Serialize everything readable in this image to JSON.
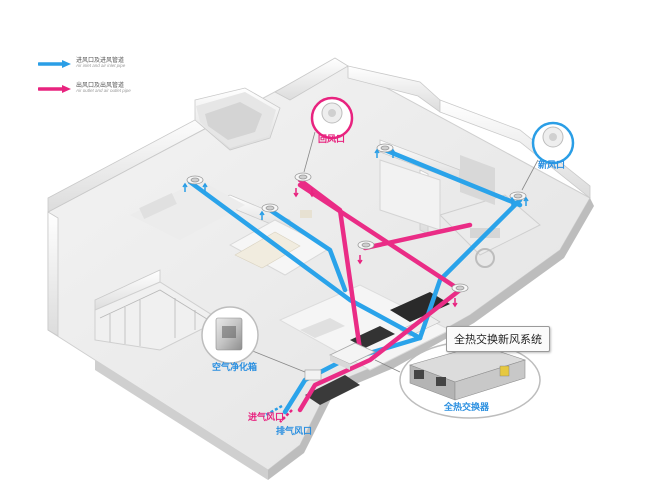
{
  "legend": {
    "inlet": {
      "label": "进风口及进风管道",
      "sublabel": "Air inlet and air inlet pipe",
      "color": "#2a9ee6"
    },
    "outlet": {
      "label": "出风口及出风管道",
      "sublabel": "Air outlet and air outlet pipe",
      "color": "#e8237f"
    }
  },
  "callouts": {
    "return_air": "回风口",
    "fresh_air": "新风口",
    "purifier": "空气净化箱",
    "heat_exchanger": "全热交换器",
    "intake_vent": "进气风口",
    "exhaust_vent": "排气风口"
  },
  "system_label": "全热交换新风系统",
  "colors": {
    "inlet_pipe": "#2aa3ea",
    "outlet_pipe": "#ea2c86",
    "callout_text": "#2a8fe0"
  }
}
